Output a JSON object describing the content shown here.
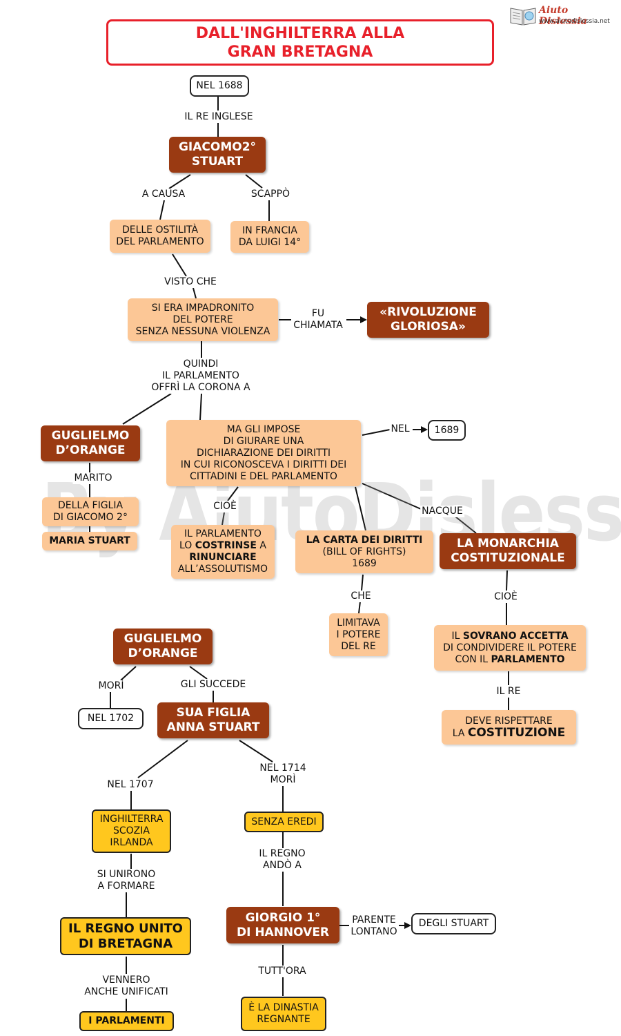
{
  "logo": {
    "brand": "Aiuto Dislessia",
    "url": "www.aiutodislessia.net",
    "icon": "book-icon"
  },
  "watermark": "By AiutoDislessia.net",
  "title": [
    "DALL'INGHILTERRA ALLA",
    "GRAN BRETAGNA"
  ],
  "nodes": {
    "nel1688": "NEL 1688",
    "giacomo": [
      "GIACOMO2°",
      "STUART"
    ],
    "ostilita": [
      "DELLE OSTILITÀ",
      "DEL PARLAMENTO"
    ],
    "francia": [
      "IN FRANCIA",
      "DA LUIGI 14°"
    ],
    "impadronito": [
      "SI ERA IMPADRONITO",
      "DEL POTERE",
      "SENZA NESSUNA VIOLENZA"
    ],
    "rivoluzione": [
      "«RIVOLUZIONE",
      "GLORIOSA»"
    ],
    "guglielmo1": [
      "GUGLIELMO",
      "D’ORANGE"
    ],
    "impose": [
      "MA GLI IMPOSE",
      "DI GIURARE UNA",
      "DICHIARAZIONE DEI DIRITTI",
      "IN CUI RICONOSCEVA I DIRITTI DEI",
      "CITTADINI E DEL PARLAMENTO"
    ],
    "nel1689": "1689",
    "figlia": [
      "DELLA FIGLIA",
      "DI GIACOMO 2°"
    ],
    "maria": "MARIA STUART",
    "costrinse": {
      "l1": "IL PARLAMENTO",
      "l2a": "LO ",
      "l2b": "COSTRINSE",
      "l2c": " A",
      "l3": "RINUNCIARE",
      "l4": "ALL’ASSOLUTISMO"
    },
    "carta": {
      "l1": "LA CARTA DEI DIRITTI",
      "l2": "(BILL OF RIGHTS)",
      "l3": "1689"
    },
    "monarchia": [
      "LA MONARCHIA",
      "COSTITUZIONALE"
    ],
    "limitava": [
      "LIMITAVA",
      "I POTERE",
      "DEL RE"
    ],
    "sovrano": {
      "l1a": "IL ",
      "l1b": "SOVRANO ACCETTA",
      "l2": "DI CONDIVIDERE IL POTERE",
      "l3a": "CON IL ",
      "l3b": "PARLAMENTO"
    },
    "costituzione": {
      "l1": "DEVE RISPETTARE",
      "l2a": "LA ",
      "l2b": "COSTITUZIONE"
    },
    "guglielmo2": [
      "GUGLIELMO",
      "D’ORANGE"
    ],
    "nel1702": "NEL 1702",
    "anna": [
      "SUA FIGLIA",
      "ANNA STUART"
    ],
    "inghilterra": [
      "INGHILTERRA",
      "SCOZIA",
      "IRLANDA"
    ],
    "eredi": "SENZA EREDI",
    "regno": [
      "IL REGNO UNITO",
      "DI BRETAGNA"
    ],
    "giorgio": [
      "GIORGIO 1°",
      "DI HANNOVER"
    ],
    "stuart": "DEGLI STUART",
    "parlamenti": "I PARLAMENTI",
    "dinastia": [
      "È LA DINASTIA",
      "REGNANTE"
    ]
  },
  "labels": {
    "re_inglese": [
      "IL RE INGLESE"
    ],
    "a_causa": [
      "A CAUSA"
    ],
    "scappo": [
      "SCAPPÒ"
    ],
    "visto_che": [
      "VISTO CHE"
    ],
    "fu_chiamata": [
      "FU",
      "CHIAMATA"
    ],
    "quindi": [
      "QUINDI",
      "IL PARLAMENTO",
      "OFFRÌ LA CORONA A"
    ],
    "nel": [
      "NEL"
    ],
    "marito": [
      "MARITO"
    ],
    "cioe1": [
      "CIOÈ"
    ],
    "nacque": [
      "NACQUE"
    ],
    "che": [
      "CHE"
    ],
    "cioe2": [
      "CIOÈ"
    ],
    "il_re": [
      "IL RE"
    ],
    "mori": [
      "MORÌ"
    ],
    "gli_succede": [
      "GLI SUCCEDE"
    ],
    "nel1707": [
      "NEL 1707"
    ],
    "nel1714": [
      "NEL 1714",
      "MORÌ"
    ],
    "si_unirono": [
      "SI UNIRONO",
      "A FORMARE"
    ],
    "il_regno_ando": [
      "IL REGNO",
      "ANDÒ A"
    ],
    "parente": [
      "PARENTE",
      "LONTANO"
    ],
    "vennero": [
      "VENNERO",
      "ANCHE UNIFICATI"
    ],
    "tuttora": [
      "TUTT'ORA"
    ]
  },
  "colors": {
    "title": "#e8202a",
    "brown": "#9a3a12",
    "peach": "#fcc796",
    "yellow": "#ffc71e",
    "line": "#111111"
  }
}
